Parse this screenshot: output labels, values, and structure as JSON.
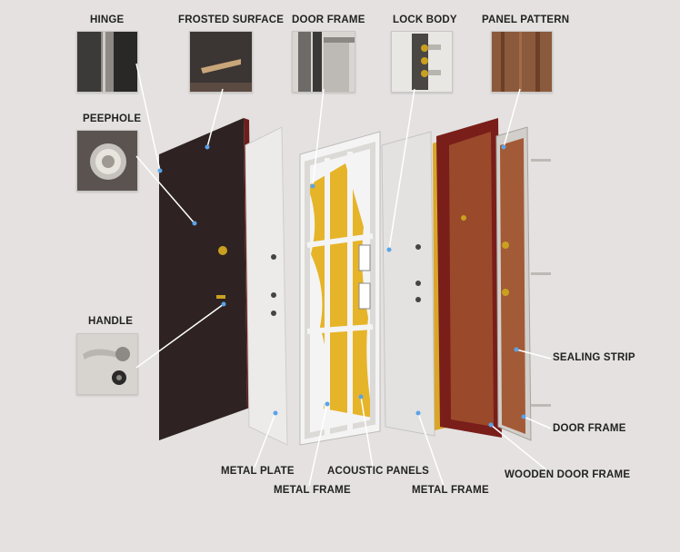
{
  "labels": {
    "hinge": "HINGE",
    "frosted_surface": "FROSTED SURFACE",
    "door_frame_top": "DOOR FRAME",
    "lock_body": "LOCK BODY",
    "panel_pattern": "PANEL PATTERN",
    "peephole": "PEEPHOLE",
    "handle": "HANDLE",
    "sealing_strip": "SEALING STRIP",
    "door_frame_right": "DOOR FRAME",
    "wooden_door_frame": "WOODEN DOOR FRAME",
    "metal_plate": "METAL PLATE",
    "acoustic_panels": "ACOUSTIC PANELS",
    "metal_frame_left": "METAL FRAME",
    "metal_frame_right": "METAL FRAME"
  },
  "colors": {
    "background": "#e4e1e0",
    "leader_line": "#ffffff",
    "dot": "#5aa3e8",
    "outer_door": "#2e2322",
    "door_edge": "#6b1f1c",
    "metal_plate": "#ecebea",
    "metal_frame": "#f4f4f4",
    "acoustic_fill": "#e6b428",
    "wood_panel": "#9a4a2b",
    "wood_frame": "#7a1e1a"
  }
}
